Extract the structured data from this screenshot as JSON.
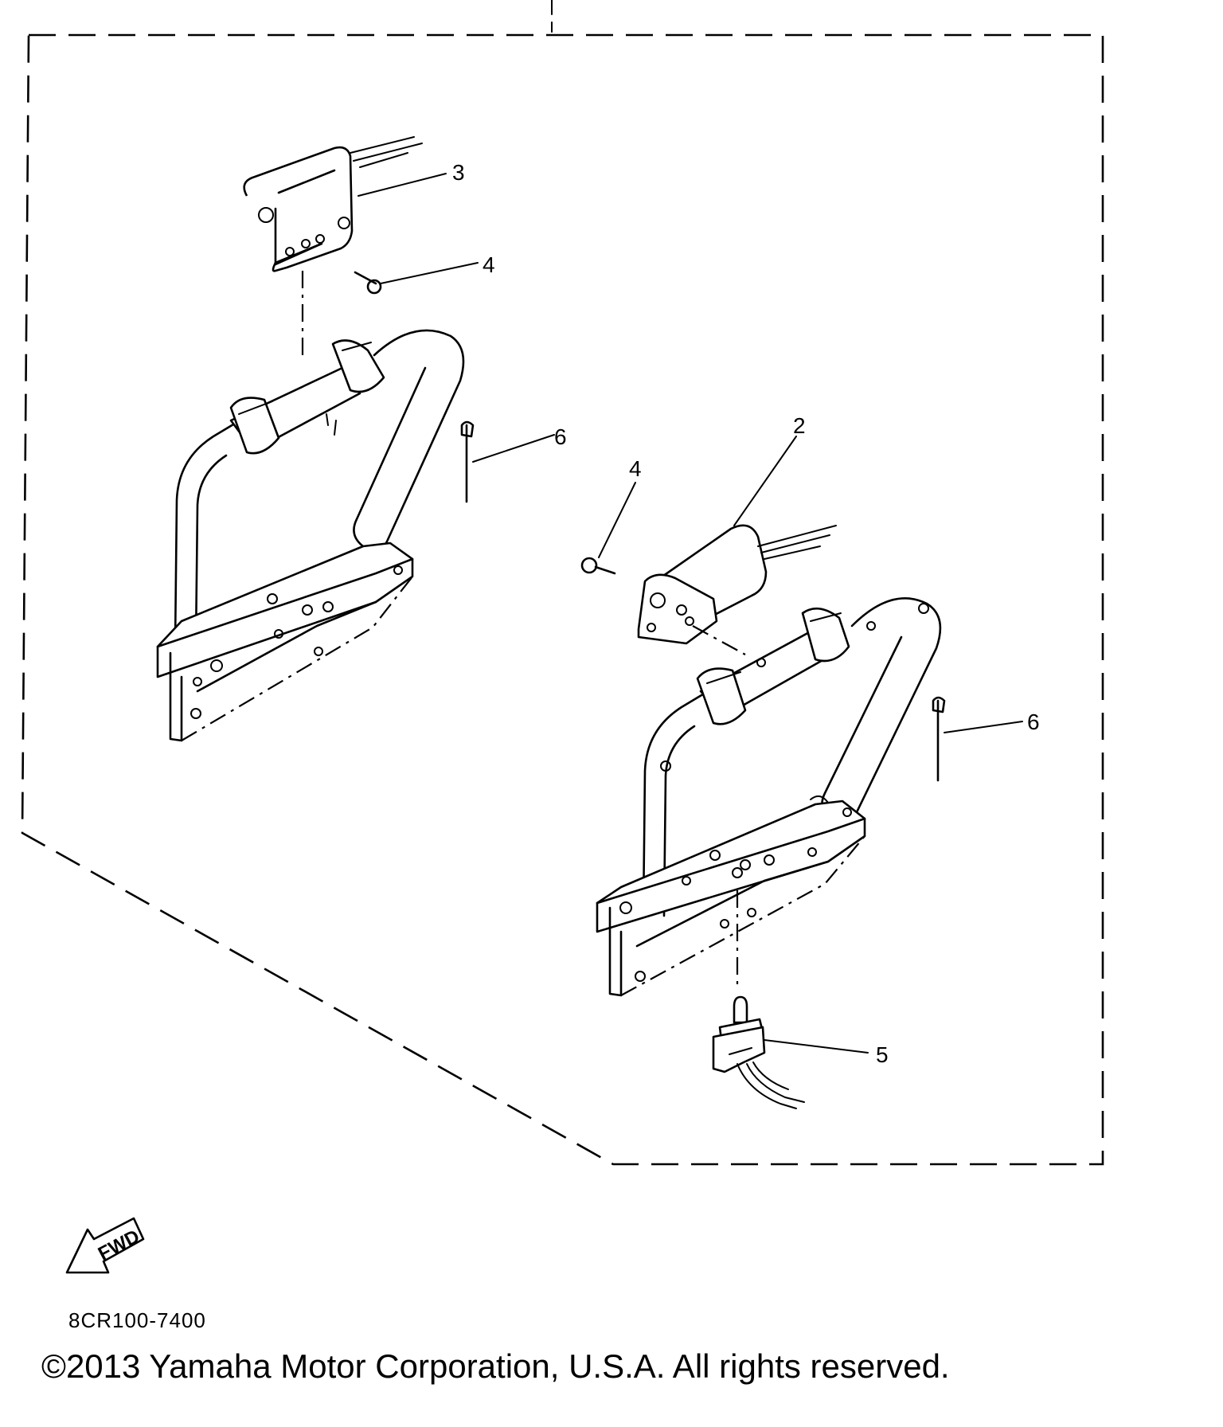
{
  "callouts": {
    "item_2": "2",
    "item_3": "3",
    "item_4_upper": "4",
    "item_4_lower": "4",
    "item_5": "5",
    "item_6_left": "6",
    "item_6_right": "6"
  },
  "fwd_label": "FWD",
  "part_code": "8CR100-7400",
  "copyright": "©2013 Yamaha Motor Corporation, U.S.A. All rights reserved."
}
